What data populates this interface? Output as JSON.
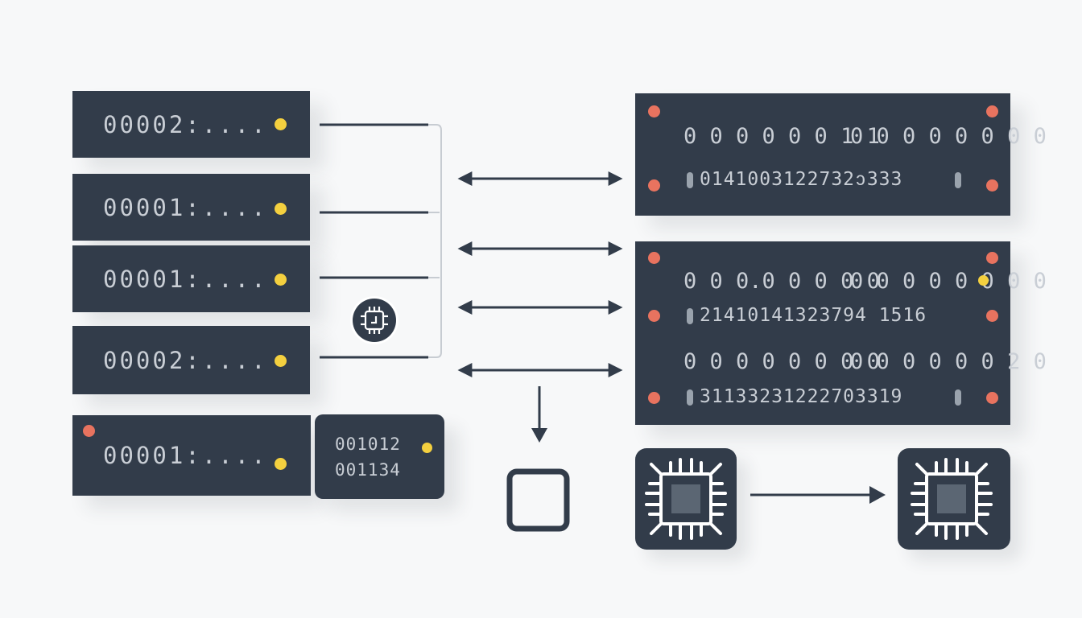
{
  "registers": [
    {
      "label": "00002:...."
    },
    {
      "label": "00001:...."
    },
    {
      "label": "00001:...."
    },
    {
      "label": "00002:...."
    },
    {
      "label": "00001:...."
    }
  ],
  "small_panel": {
    "line1": "001012",
    "line2": "001134"
  },
  "memory_top": {
    "row1_a": "0 0 0 0 0 0 1 1",
    "row1_b": "0 0 0 0 0 0 0 0",
    "row2": "0141003122732ↄ333"
  },
  "memory_bottom": {
    "row1_a": "0 0 0.0 0 0 0 0",
    "row1_b": "0 0 0 0 0 0 0 0",
    "row2": "21410141323794 1516",
    "row3_a": "0 0 0 0 0 0 0 0",
    "row3_b": "0 0 0 0 0 0 2 0",
    "row4": "31133231222703319"
  },
  "colors": {
    "panel": "#323c4a",
    "line": "#323c4a",
    "dot_yellow": "#f4d03f",
    "dot_red": "#e8735f"
  },
  "icons": [
    "cpu-chip-icon",
    "processor-chip-icon",
    "square-outline-icon",
    "arrow-right-icon",
    "arrow-down-icon",
    "double-arrow-icon"
  ]
}
